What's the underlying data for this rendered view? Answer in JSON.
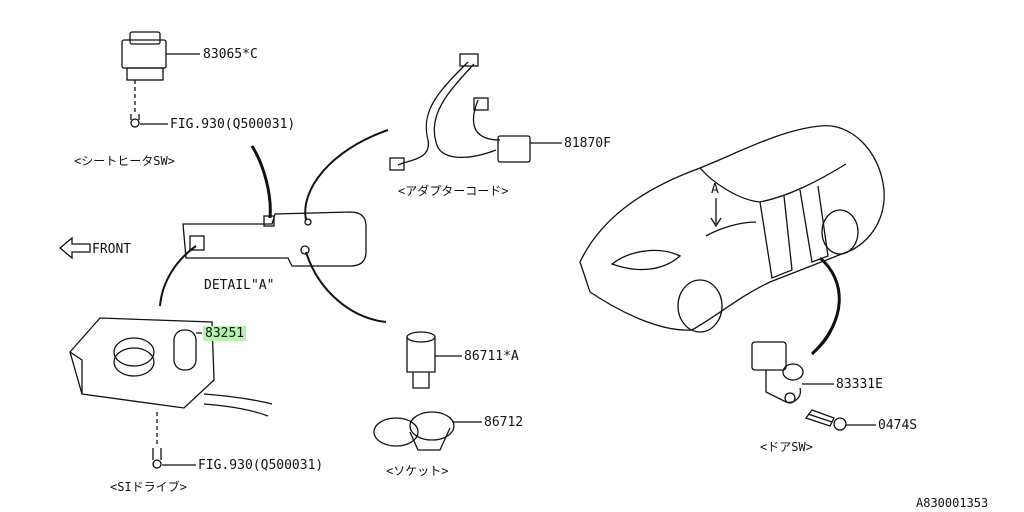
{
  "parts": {
    "p83065c": "83065*C",
    "fig930_top": "FIG.930(Q500031)",
    "p81870f": "81870F",
    "p83251": "83251",
    "p86711a": "86711*A",
    "p86712": "86712",
    "fig930_bottom": "FIG.930(Q500031)",
    "p83331e": "83331E",
    "p0474s": "0474S"
  },
  "captions": {
    "seat_heater_sw": "<シートヒータSW>",
    "adapter_cord": "<アダプターコード>",
    "si_drive": "<SIドライブ>",
    "socket": "<ソケット>",
    "door_sw": "<ドアSW>"
  },
  "labels": {
    "front": "FRONT",
    "detail_a": "DETAIL\"A\"",
    "view_a": "A",
    "diagram_id": "A830001353"
  },
  "colors": {
    "line": "#111111",
    "highlight": "#b6f2b0"
  }
}
